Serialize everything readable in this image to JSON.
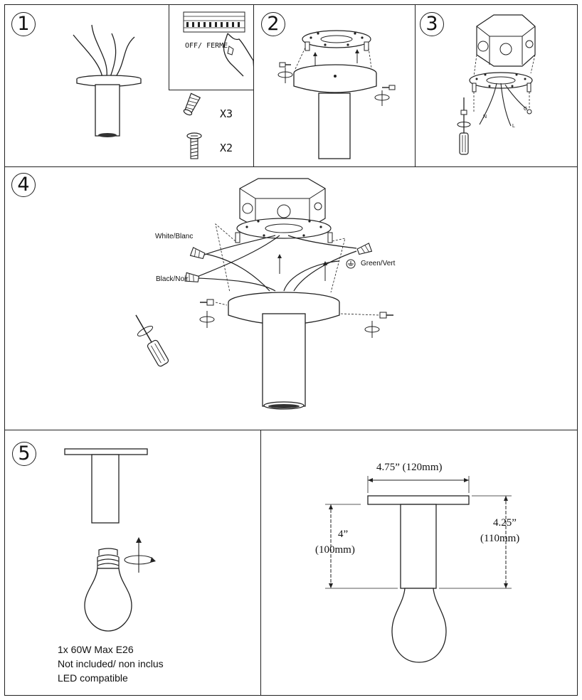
{
  "steps": [
    "1",
    "2",
    "3",
    "4",
    "5"
  ],
  "step1": {
    "switch_label": "OFF/ FERME",
    "wire_nut_qty": "X3",
    "screw_qty": "X2"
  },
  "step3": {
    "wire_n": "N",
    "wire_l": "L",
    "ground": "G"
  },
  "step4": {
    "white_wire": "White/Blanc",
    "black_wire": "Black/Noir",
    "green_wire": "Green/Vert"
  },
  "step5": {
    "bulb_spec_1": "1x 60W Max E26",
    "bulb_spec_2": "Not included/ non inclus",
    "bulb_spec_3": "LED compatible"
  },
  "dimensions": {
    "width": "4.75” (120mm)",
    "height_body": "4”",
    "height_body_mm": "(100mm)",
    "height_total": "4.25”",
    "height_total_mm": "(110mm)"
  }
}
